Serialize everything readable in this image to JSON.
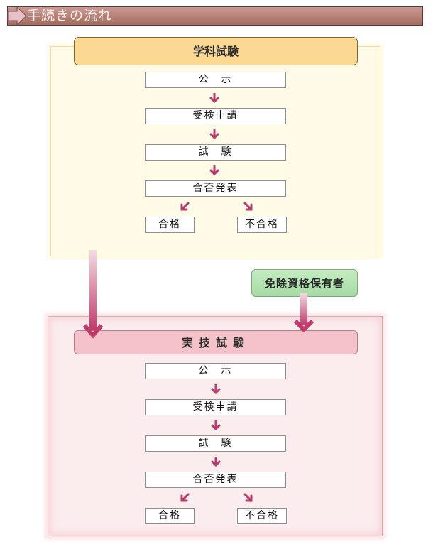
{
  "header": {
    "title": "手続きの流れ",
    "icon": "right-arrow-icon",
    "colors": {
      "bar": "#b98379",
      "arrow": "#e7bfc8",
      "text": "#fbf3ef"
    }
  },
  "written_exam": {
    "title": "学科試験",
    "colors": {
      "panel": "#fffbe7",
      "title_bg": "#fcd992"
    },
    "steps": [
      "公　示",
      "受検申請",
      "試　験",
      "合否発表"
    ],
    "results": {
      "pass": "合格",
      "fail": "不合格"
    }
  },
  "exemption": {
    "label": "免除資格保有者",
    "color": "#b3e2b1"
  },
  "practical_exam": {
    "title": "実技試験",
    "colors": {
      "panel": "#fbeced",
      "title_bg": "#f5c2ca"
    },
    "steps": [
      "公　示",
      "受検申請",
      "試　験",
      "合否発表"
    ],
    "results": {
      "pass": "合格",
      "fail": "不合格"
    }
  },
  "arrow_color": "#b83a6a"
}
